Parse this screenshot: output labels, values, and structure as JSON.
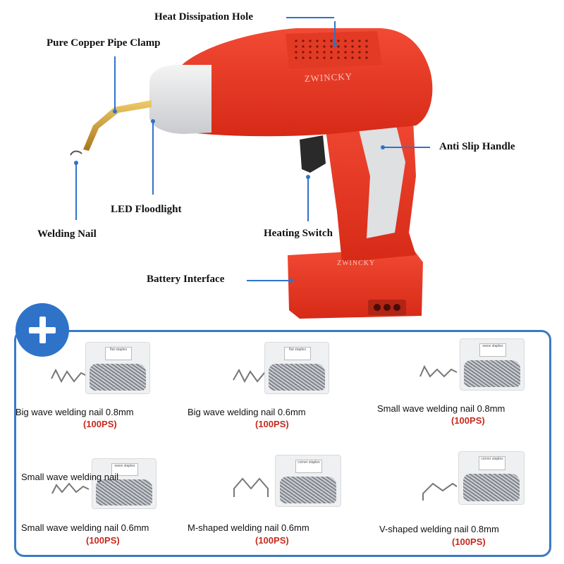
{
  "brand": "ZWINCKY",
  "callouts": {
    "heat_dissipation_hole": "Heat Dissipation Hole",
    "pure_copper_pipe_clamp": "Pure Copper Pipe Clamp",
    "anti_slip_handle": "Anti Slip Handle",
    "led_floodlight": "LED Floodlight",
    "welding_nail": "Welding Nail",
    "heating_switch": "Heating Switch",
    "battery_interface": "Battery Interface"
  },
  "products": [
    {
      "name": "Big wave welding nail 0.8mm",
      "qty": "(100PS)",
      "tag": "flat staples"
    },
    {
      "name": "Big wave welding nail 0.6mm",
      "qty": "(100PS)",
      "tag": "flat staples"
    },
    {
      "name": "Small wave welding nail 0.8mm",
      "qty": "(100PS)",
      "tag": "wave staples"
    },
    {
      "name": "Small wave welding nail",
      "name2": "Small wave welding nail 0.6mm",
      "qty": "(100PS)",
      "tag": "wave staples"
    },
    {
      "name": "M-shaped welding nail 0.6mm",
      "qty": "(100PS)",
      "tag": "corner staples"
    },
    {
      "name": "V-shaped welding nail 0.8mm",
      "qty": "(100PS)",
      "tag": "corner staples"
    }
  ],
  "colors": {
    "accent": "#2f73c9",
    "body_red": "#e8321e",
    "qty_red": "#c62a1e",
    "copper": "#d3a13a"
  }
}
